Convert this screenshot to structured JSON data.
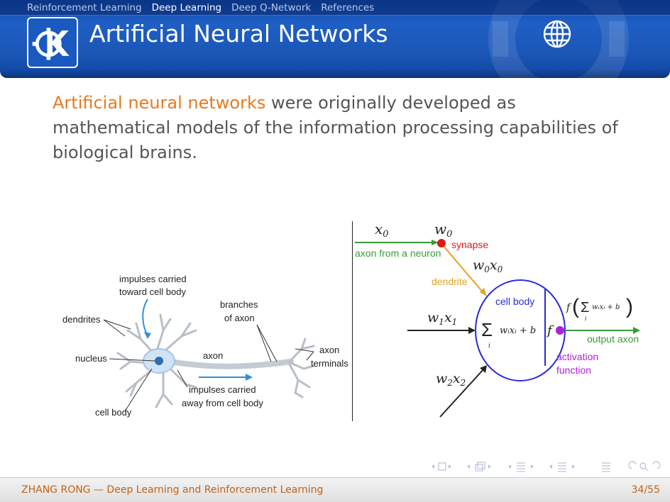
{
  "nav": {
    "items": [
      {
        "label": "Reinforcement Learning",
        "active": false
      },
      {
        "label": "Deep Learning",
        "active": true
      },
      {
        "label": "Deep Q-Network",
        "active": false
      },
      {
        "label": "References",
        "active": false
      }
    ]
  },
  "slide": {
    "title": "Artificial Neural Networks",
    "intro_highlight": "Artificial neural networks",
    "intro_rest": " were originally developed as mathematical models of the information processing capabilities of biological brains."
  },
  "neuron_figure": {
    "impulses_toward": [
      "impulses carried",
      "toward cell body"
    ],
    "dendrites": "dendrites",
    "branches": [
      "branches",
      "of axon"
    ],
    "axon": "axon",
    "axon_terminals": [
      "axon",
      "terminals"
    ],
    "nucleus": "nucleus",
    "impulses_away": [
      "impulses carried",
      "away from cell body"
    ],
    "cell_body": "cell body"
  },
  "perceptron_figure": {
    "x0": "x",
    "x0_sub": "0",
    "w0": "w",
    "w0_sub": "0",
    "axon_from_neuron": "axon from a neuron",
    "synapse": "synapse",
    "w0x0": "w",
    "dendrite": "dendrite",
    "cell_body": "cell body",
    "w1x1": "w",
    "sum_expr": "wᵢxᵢ + b",
    "f": "f",
    "f_out": "f",
    "w2x2": "w",
    "output_axon": "output axon",
    "activation": [
      "activation",
      "function"
    ]
  },
  "footer": {
    "author_line": "ZHANG RONG — Deep Learning and Reinforcement Learning",
    "page": "34/55"
  },
  "colors": {
    "header_blue": "#1b56b6",
    "highlight_orange": "#e87a1e",
    "footer_orange": "#c0631a",
    "synapse_red": "#e01818",
    "dendrite_orange": "#e8a21e",
    "axon_green": "#3a9a3a",
    "cell_blue": "#2a2ad8",
    "activation_purple": "#b020d8"
  }
}
